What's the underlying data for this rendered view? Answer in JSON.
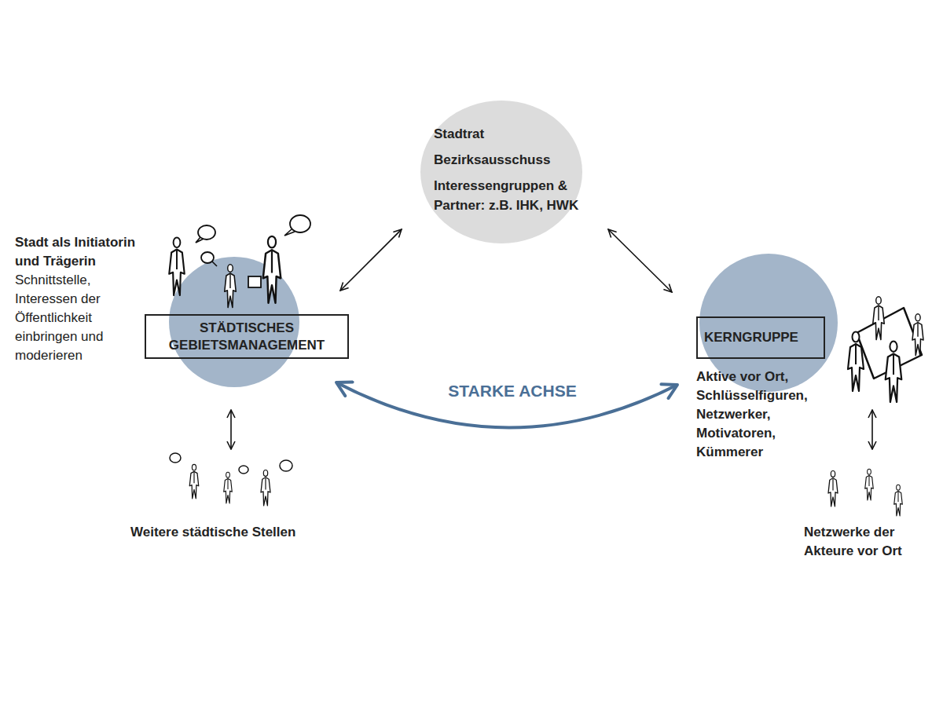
{
  "diagram": {
    "nodes": [
      {
        "text": [
          "Stadtrat",
          "Bezirksausschuss",
          "Interessengruppen & Partner: z.B. IHK, HWK"
        ]
      },
      {
        "text": [
          "STÄDTISCHES GEBIETSMANAGEMENT"
        ]
      },
      {
        "text": [
          "KERNGRUPPE",
          "Aktive vor Ort, Schlüsselfiguren, Netzwerker, Motivatoren, Kümmerer"
        ]
      },
      {
        "text": [
          "Weitere städtische Stellen"
        ]
      },
      {
        "text": [
          "Netzwerke der Akteure vor Ort"
        ]
      }
    ],
    "edges": [
      {
        "from": 1,
        "to": 0,
        "arrow": "both"
      },
      {
        "from": 0,
        "to": 2,
        "arrow": "both"
      },
      {
        "from": 1,
        "to": 2,
        "label": "STARKE ACHSE",
        "arrow": "both"
      },
      {
        "from": 1,
        "to": 3,
        "arrow": "both"
      },
      {
        "from": 2,
        "to": 4,
        "arrow": "both"
      }
    ],
    "labels": [
      "Stadt als Initiatorin und Trägerin",
      "Schnittstelle, Interessen der Öffentlichkeit einbringen und moderieren"
    ]
  }
}
